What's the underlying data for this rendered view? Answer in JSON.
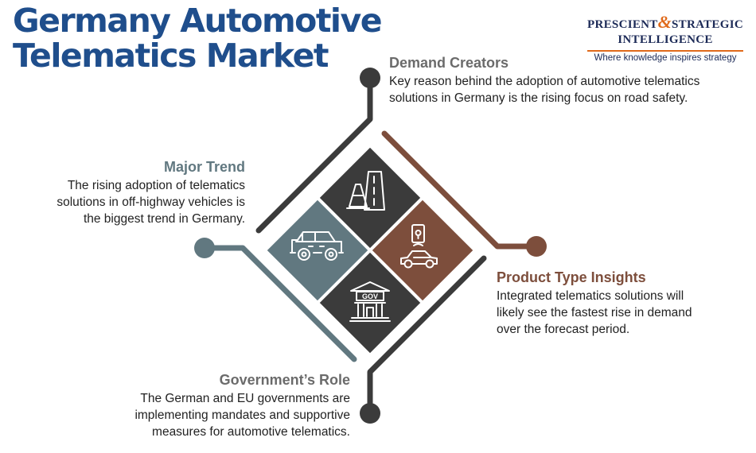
{
  "title": "Germany Automotive Telematics Market",
  "logo": {
    "line1a": "PRESCIENT",
    "ampersand": "&",
    "line1b": "STRATEGIC",
    "line2": "INTELLIGENCE",
    "tagline": "Where knowledge inspires strategy"
  },
  "sections": {
    "demand": {
      "heading": "Demand Creators",
      "text": "Key reason behind the adoption of automotive telematics solutions in Germany is the rising focus on road safety."
    },
    "trend": {
      "heading": "Major Trend",
      "text": "The rising adoption of telematics solutions in off-highway vehicles is the biggest trend in Germany."
    },
    "product": {
      "heading": "Product Type Insights",
      "text": "Integrated telematics solutions will likely see the fastest rise in demand over the forecast period."
    },
    "government": {
      "heading": "Government’s Role",
      "text": "The German and EU governments are implementing mandates and supportive measures for automotive telematics."
    }
  },
  "icons": {
    "top": "road-cone-icon",
    "left": "off-road-vehicle-icon",
    "right": "connected-car-icon",
    "bottom": "government-building-icon",
    "gov_label": "GOV"
  },
  "colors": {
    "title": "#1f4e8c",
    "dark": "#3b3b3b",
    "slate": "#617880",
    "brown": "#7d4e3c",
    "gray_heading": "#6b6b6b",
    "logo_orange": "#e06a1a"
  }
}
